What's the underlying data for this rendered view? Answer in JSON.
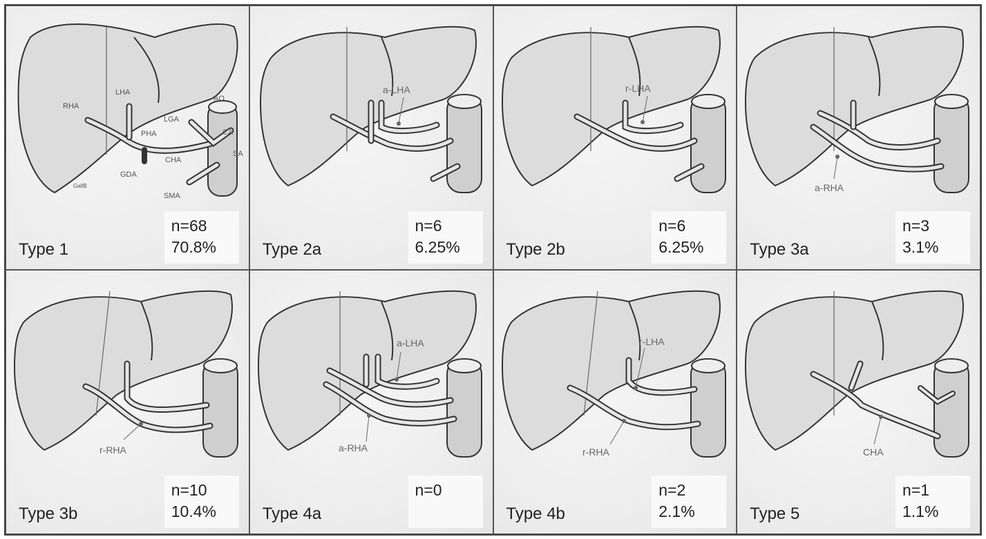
{
  "panels": [
    {
      "type": "Type 1",
      "n": "n=68",
      "pct": "70.8%",
      "variant": "normal",
      "labels": {
        "rha": "RHA",
        "lha": "LHA",
        "lga": "LGA",
        "pha": "PHA",
        "ao": "AO",
        "ca": "CA",
        "sa": "SA",
        "cha": "CHA",
        "gda": "GDA",
        "sma": "SMA",
        "gb": "GallB"
      }
    },
    {
      "type": "Type 2a",
      "n": "n=6",
      "pct": "6.25%",
      "variant": "accessory-left",
      "annotation": "a-LHA"
    },
    {
      "type": "Type 2b",
      "n": "n=6",
      "pct": "6.25%",
      "variant": "replaced-left",
      "annotation": "r-LHA"
    },
    {
      "type": "Type 3a",
      "n": "n=3",
      "pct": "3.1%",
      "variant": "accessory-right",
      "annotation": "a-RHA"
    },
    {
      "type": "Type 3b",
      "n": "n=10",
      "pct": "10.4%",
      "variant": "replaced-right",
      "annotation": "r-RHA"
    },
    {
      "type": "Type 4a",
      "n": "n=0",
      "pct": "",
      "variant": "accessory-both",
      "annotation": "a-LHA",
      "annotation2": "a-RHA"
    },
    {
      "type": "Type 4b",
      "n": "n=2",
      "pct": "2.1%",
      "variant": "replaced-both",
      "annotation": "r-LHA",
      "annotation2": "r-RHA"
    },
    {
      "type": "Type 5",
      "n": "n=1",
      "pct": "1.1%",
      "variant": "cha-from-sma",
      "annotation": "CHA"
    }
  ]
}
